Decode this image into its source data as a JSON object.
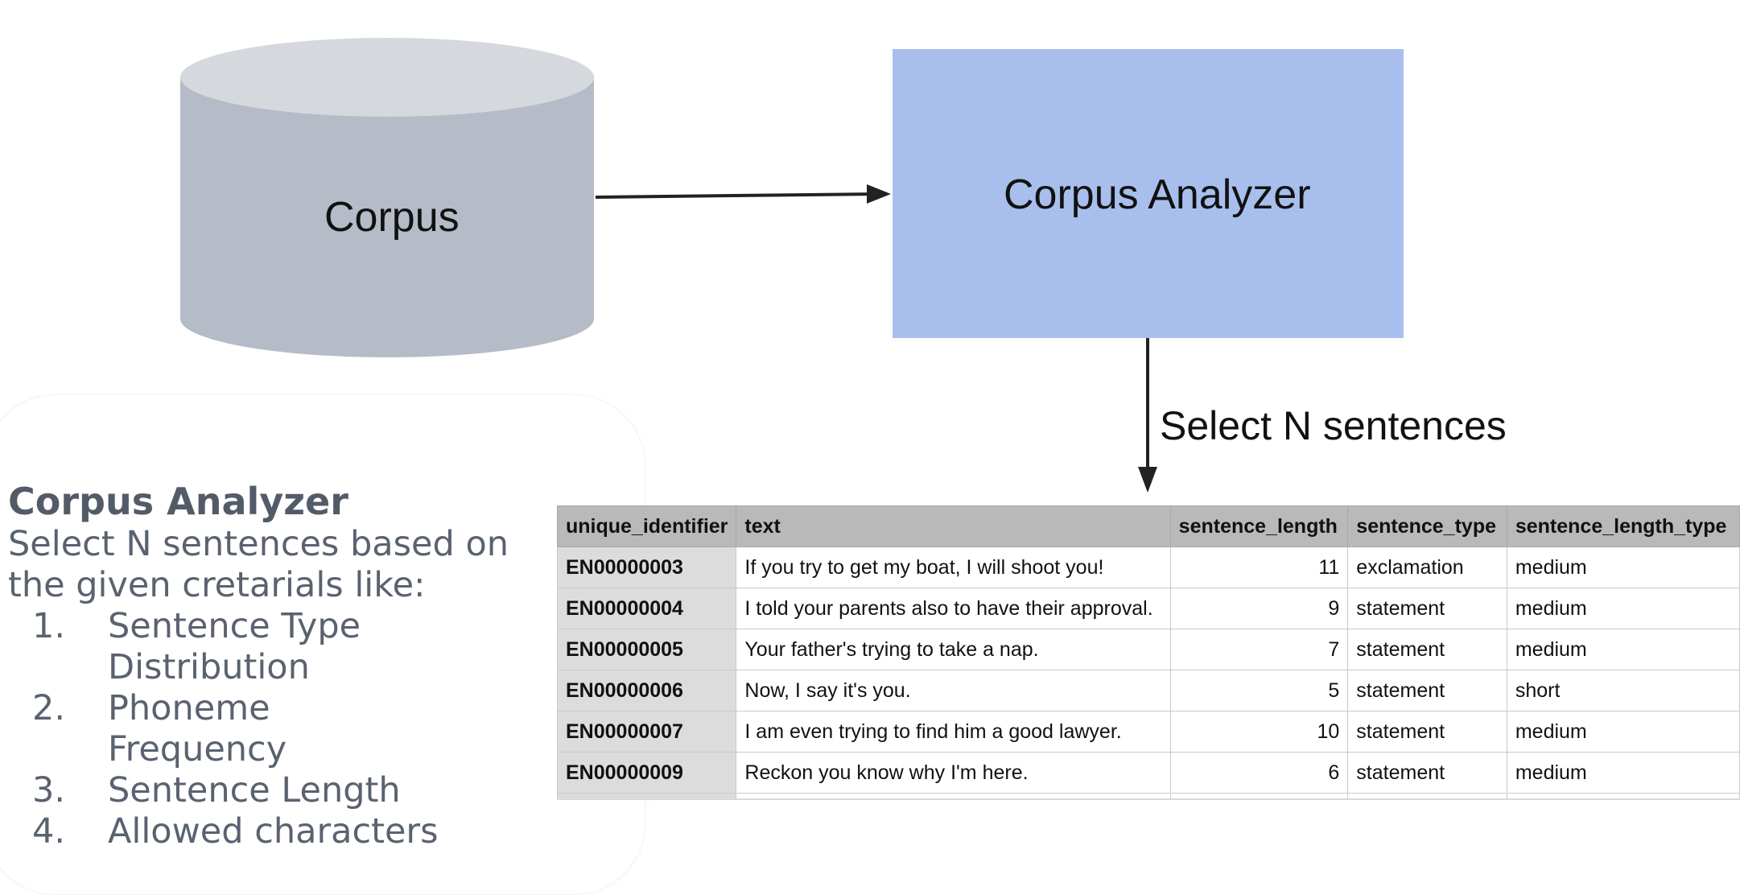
{
  "diagram": {
    "corpus_label": "Corpus",
    "analyzer_label": "Corpus Analyzer",
    "edge_label": "Select N sentences"
  },
  "description": {
    "title": "Corpus Analyzer",
    "body": "Select N sentences based on the given cretarials like:",
    "items": [
      {
        "num": "1.",
        "text": "Sentence Type Distribution"
      },
      {
        "num": "2.",
        "text": "Phoneme Frequency"
      },
      {
        "num": "3.",
        "text": "Sentence Length"
      },
      {
        "num": "4.",
        "text": "Allowed characters"
      }
    ]
  },
  "table": {
    "headers": [
      "unique_identifier",
      "text",
      "sentence_length",
      "sentence_type",
      "sentence_length_type"
    ],
    "rows": [
      [
        "EN00000003",
        "If you try to get my boat, I will shoot you!",
        "11",
        "exclamation",
        "medium"
      ],
      [
        "EN00000004",
        "I told your parents also to have their approval.",
        "9",
        "statement",
        "medium"
      ],
      [
        "EN00000005",
        "Your father's trying to take a nap.",
        "7",
        "statement",
        "medium"
      ],
      [
        "EN00000006",
        "Now, I say it's you.",
        "5",
        "statement",
        "short"
      ],
      [
        "EN00000007",
        "I am even trying to find him a good lawyer.",
        "10",
        "statement",
        "medium"
      ],
      [
        "EN00000009",
        "Reckon you know why I'm here.",
        "6",
        "statement",
        "medium"
      ]
    ]
  },
  "colors": {
    "cylinder_body": "#b5bcc7",
    "cylinder_top": "#d5d9de",
    "analyzer_fill": "#a8bfee",
    "arrow": "#222222"
  }
}
